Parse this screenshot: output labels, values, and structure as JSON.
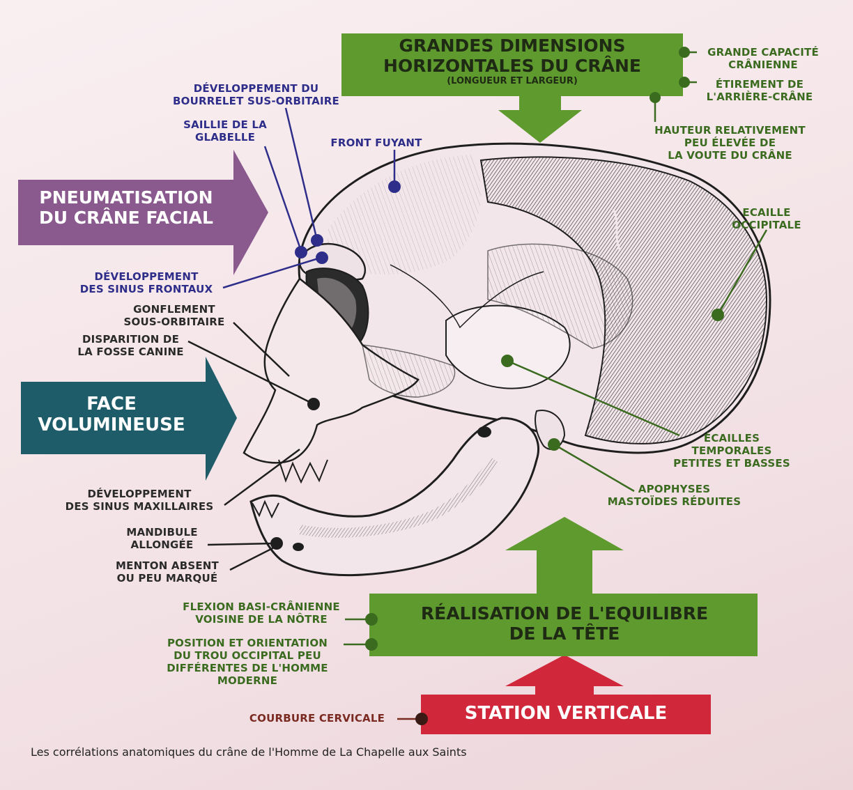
{
  "boxes": {
    "top": {
      "line1": "GRANDES DIMENSIONS",
      "line2": "HORIZONTALES DU CRÂNE",
      "sub": "(LONGUEUR ET LARGEUR)"
    },
    "pneumatisation": {
      "line1": "PNEUMATISATION",
      "line2": "DU CRÂNE FACIAL"
    },
    "face": {
      "line1": "FACE",
      "line2": "VOLUMINEUSE"
    },
    "equilibre": {
      "line1": "RÉALISATION DE L'EQUILIBRE",
      "line2": "DE LA TÊTE"
    },
    "station": {
      "label": "STATION VERTICALE"
    }
  },
  "labels": {
    "bourrelet": {
      "l1": "DÉVELOPPEMENT DU",
      "l2": "BOURRELET SUS-ORBITAIRE"
    },
    "glabelle": {
      "l1": "SAILLIE DE LA",
      "l2": "GLABELLE"
    },
    "front": {
      "l1": "FRONT FUYANT"
    },
    "sinus_frontaux": {
      "l1": "DÉVELOPPEMENT",
      "l2": "DES SINUS FRONTAUX"
    },
    "gonflement": {
      "l1": "GONFLEMENT",
      "l2": "SOUS-ORBITAIRE"
    },
    "fosse_canine": {
      "l1": "DISPARITION DE",
      "l2": "LA FOSSE CANINE"
    },
    "sinus_max": {
      "l1": "DÉVELOPPEMENT",
      "l2": "DES SINUS MAXILLAIRES"
    },
    "mandibule": {
      "l1": "MANDIBULE",
      "l2": "ALLONGÉE"
    },
    "menton": {
      "l1": "MENTON ABSENT",
      "l2": "OU PEU MARQUÉ"
    },
    "capacite": {
      "l1": "GRANDE CAPACITÉ",
      "l2": "CRÂNIENNE"
    },
    "etirement": {
      "l1": "ÉTIREMENT DE",
      "l2": "L'ARRIÈRE-CRÂNE"
    },
    "hauteur": {
      "l1": "HAUTEUR RELATIVEMENT",
      "l2": "PEU ÉLEVÉE DE",
      "l3": "LA VOUTE DU CRÂNE"
    },
    "ecaille_occ": {
      "l1": "ECAILLE",
      "l2": "OCCIPITALE"
    },
    "ecailles_temp": {
      "l1": "ÉCAILLES",
      "l2": "TEMPORALES",
      "l3": "PETITES ET BASSES"
    },
    "apophyses": {
      "l1": "APOPHYSES",
      "l2": "MASTOÏDES RÉDUITES"
    },
    "flexion": {
      "l1": "FLEXION BASI-CRÂNIENNE",
      "l2": "VOISINE DE LA NÔTRE"
    },
    "position": {
      "l1": "POSITION ET ORIENTATION",
      "l2": "DU TROU OCCIPITAL PEU",
      "l3": "DIFFÉRENTES DE L'HOMME",
      "l4": "MODERNE"
    },
    "courbure": {
      "l1": "COURBURE CERVICALE"
    }
  },
  "caption": "Les corrélations anatomiques du crâne de l'Homme de La Chapelle aux  Saints",
  "colors": {
    "green": "#5e9a2e",
    "purple": "#8a5a8e",
    "teal": "#1f5c6a",
    "red": "#d0283a",
    "blue_text": "#2e2e8a",
    "green_text": "#3a6b1f"
  }
}
